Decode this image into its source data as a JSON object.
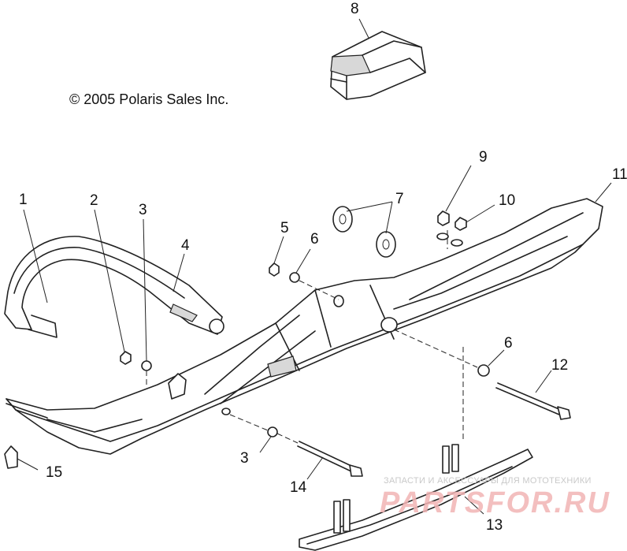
{
  "diagram": {
    "copyright": "© 2005 Polaris Sales Inc.",
    "callouts": [
      "1",
      "2",
      "3",
      "4",
      "5",
      "6",
      "7",
      "8",
      "9",
      "10",
      "11",
      "12",
      "3",
      "14",
      "15",
      "13",
      "6"
    ],
    "watermark": {
      "text": "ЗАПАСТИ И АКСЕССУАРЫ ДЛЯ МОТОТЕХНИКИ",
      "logo": "PARTSFOR.RU"
    }
  }
}
